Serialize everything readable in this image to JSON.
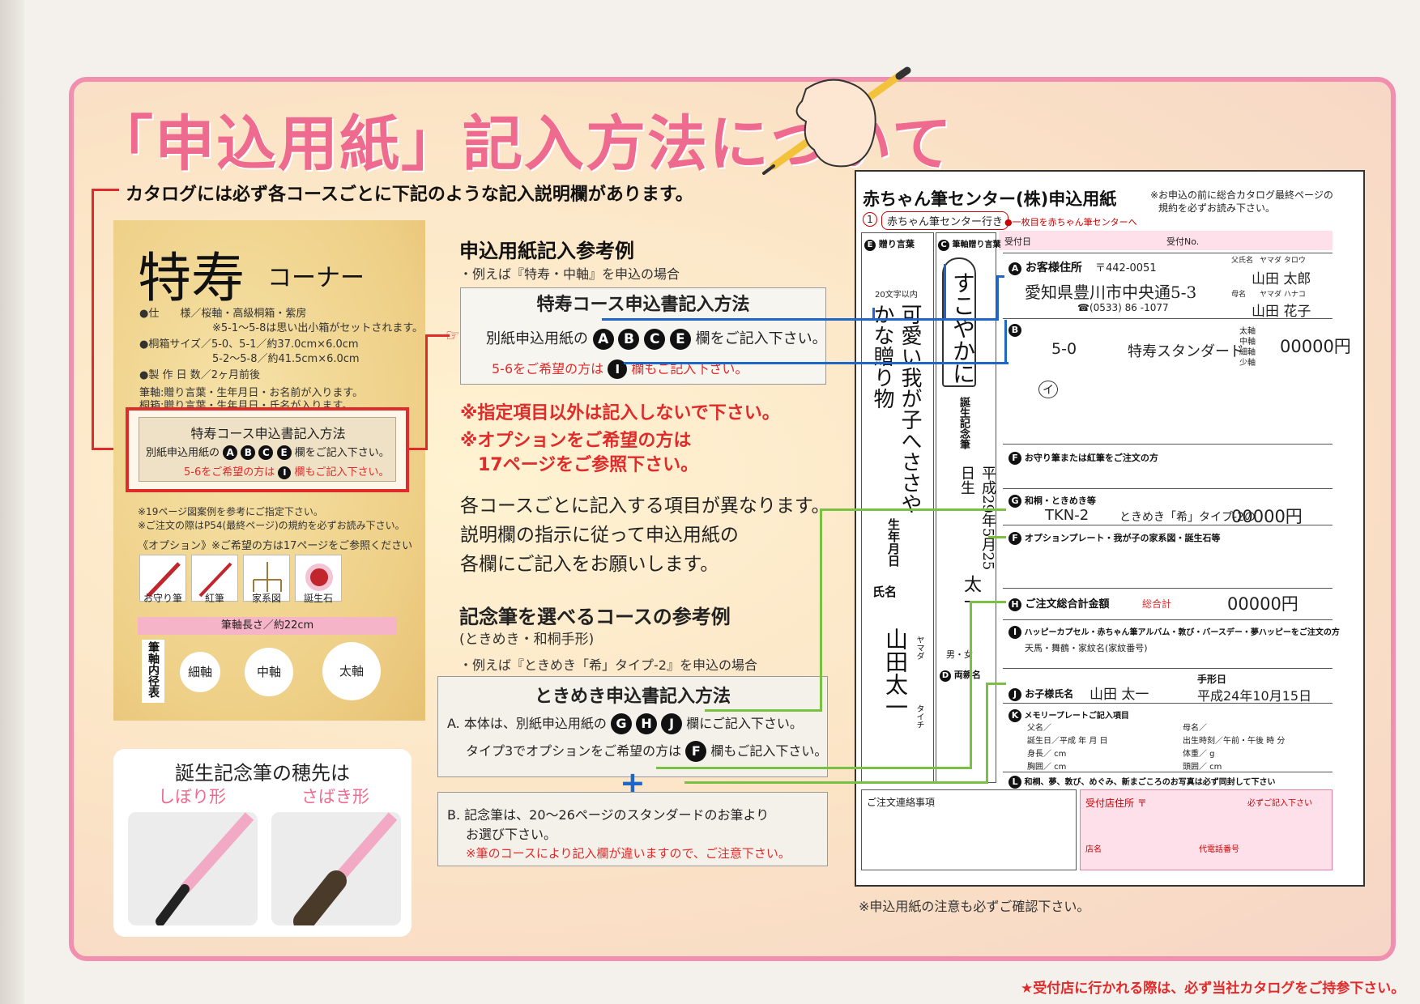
{
  "main_title": "「申込用紙」記入方法について",
  "intro": "カタログには必ず各コースごとに下記のような記入説明欄があります。",
  "tokujyu": {
    "title": "特寿",
    "subtitle": "コーナー",
    "specs": [
      "●仕　　様／桜軸・高級桐箱・紫房",
      "※5-1〜5-8は思い出小箱がセットされます。",
      "●桐箱サイズ／5-0、5-1／約37.0cm×6.0cm",
      "5-2〜5-8／約41.5cm×6.0cm",
      "●製 作 日 数／2ヶ月前後",
      "筆軸:贈り言葉・生年月日・お名前が入ります。",
      "桐箱:贈り言葉・生年月日・氏名が入ります。"
    ],
    "box_title": "特寿コース申込書記入方法",
    "box_line1_pre": "別紙申込用紙の",
    "box_letters": [
      "A",
      "B",
      "C",
      "E"
    ],
    "box_line1_post": "欄をご記入下さい。",
    "box_line2_pre": "5-6をご希望の方は",
    "box_line2_letter": "I",
    "box_line2_post": "欄もご記入下さい。",
    "notes": [
      "※19ページ図案例を参考にご指定下さい。",
      "※ご注文の際はP54(最終ページ)の規約を必ずお読み下さい。"
    ],
    "option_heading": "《オプション》※ご希望の方は17ページをご参照ください",
    "options": [
      "お守り筆",
      "紅筆",
      "家系図",
      "誕生石"
    ],
    "shaft_length": "筆軸長さ／約22cm",
    "shaft_table_label": "筆軸内径表",
    "shaft_sizes": [
      "細軸",
      "中軸",
      "太軸"
    ]
  },
  "brush_panel": {
    "title": "誕生記念筆の穂先は",
    "types": [
      "しぼり形",
      "さばき形"
    ]
  },
  "reference": {
    "title": "申込用紙記入参考例",
    "subtitle": "・例えば『特寿・中軸』を申込の場合",
    "box_title": "特寿コース申込書記入方法",
    "line1_pre": "別紙申込用紙の",
    "line1_letters": [
      "A",
      "B",
      "C",
      "E"
    ],
    "line1_post": "欄をご記入下さい。",
    "line2_pre": "5-6をご希望の方は",
    "line2_letter": "I",
    "line2_post": "欄もご記入下さい。",
    "warning1": "※指定項目以外は記入しないで下さい。",
    "warning2a": "※オプションをご希望の方は",
    "warning2b": "17ページをご参照下さい。",
    "body": [
      "各コースごとに記入する項目が異なります。",
      "説明欄の指示に従って申込用紙の",
      "各欄にご記入をお願いします。"
    ]
  },
  "kinen": {
    "title": "記念筆を選べるコースの参考例",
    "subtitle": "(ときめき・和桐手形)",
    "example": "・例えば『ときめき「希」タイプ-2』を申込の場合",
    "box_title": "ときめき申込書記入方法",
    "a_pre": "A. 本体は、別紙申込用紙の",
    "a_letters": [
      "G",
      "H",
      "J"
    ],
    "a_post": "欄にご記入下さい。",
    "a2_pre": "タイプ3でオプションをご希望の方は",
    "a2_letter": "F",
    "a2_post": "欄もご記入下さい。",
    "plus": "+",
    "b_line1": "B. 記念筆は、20〜26ページのスタンダードのお筆より",
    "b_line2": "お選び下さい。",
    "b_note": "※筆のコースにより記入欄が違いますので、ご注意下さい。"
  },
  "form": {
    "title": "赤ちゃん筆センター(株)申込用紙",
    "note_line1": "※お申込の前に総合カタログ最終ページの",
    "note_line2": "規約を必ずお読み下さい。",
    "tab": "赤ちゃん筆センター行き",
    "tab_number": "1",
    "tab_note": "●一枚目を赤ちゃん筆センターへ",
    "reception_date": "受付日",
    "reception_no": "受付No.",
    "e_label": "贈り言葉",
    "c_label": "筆軸贈り言葉",
    "limit": "20文字以内",
    "gift_words": "可愛い我が子へささやかな贈り物",
    "shaft_words": "すこやかに",
    "birth_label": "誕生記念筆",
    "birth_date": "平成29年5月25日生",
    "given_name": "太一",
    "birth_ymd_label": "生年月日",
    "name_label": "氏名",
    "name_value": "山田太一",
    "kana_label": "ヤマダ",
    "kana2_label": "タイチ",
    "gender": "男・女",
    "d_label": "両親名",
    "customer_label": "お客様住所",
    "postal": "〒442-0051",
    "address": "愛知県豊川市中央通5-3",
    "phone": "☎(0533) 86 -1077",
    "father_kana": "ヤマダ タロウ",
    "father": "山田 太郎",
    "mother_kana": "ヤマダ ハナコ",
    "mother": "山田 花子",
    "father_label": "父氏名",
    "mother_label": "母名",
    "b_num": "5-0",
    "b_item": "特寿スタンダード",
    "b_price": "00000円",
    "b_sizes": [
      "太軸",
      "中軸",
      "細軸",
      "少軸"
    ],
    "b_tip": "イ",
    "f_amulet": "お守り筆または紅筆をご注文の方",
    "g_label": "和桐・ときめき等",
    "g_code": "TKN-2",
    "g_item": "ときめき「希」タイプ-2の",
    "g_price": "00000円",
    "f_plate": "オプションプレート・我が子の家系図・誕生石等",
    "h_label": "ご注文総合計金額",
    "h_sub": "総合計",
    "h_price": "00000円",
    "i_label": "ハッピーカプセル・赤ちゃん筆アルバム・敦び・バースデー・夢ハッピーをご注文の方",
    "i_sub": "天馬・舞鶴・家紋名(家紋番号)",
    "j_label": "お子様氏名",
    "j_name": "山田 太一",
    "j_date_label": "手形日",
    "j_date": "平成24年10月15日",
    "k_label": "メモリープレートご記入項目",
    "k_rows": [
      "父名／",
      "母名／",
      "誕生日／平成 年 月 日",
      "出生時刻／午前・午後 時 分",
      "身長／ cm",
      "体重／ g",
      "胸囲／ cm",
      "頭囲／ cm"
    ],
    "l_label": "和桐、夢、敦び、めぐみ、新まごころのお写真は必ず同封して下さい",
    "contact_label": "ご注文連絡事項",
    "shop_label": "受付店住所 〒",
    "shop_note": "必ずご記入下さい",
    "shop_name": "店名",
    "shop_phone": "代電話番号",
    "footer": "※申込用紙の注意も必ずご確認下さい。"
  },
  "bottom_note": "★受付店に行かれる際は、必ず当社カタログをご持参下さい。",
  "colors": {
    "pink_frame": "#f08fb0",
    "title_pink": "#ef6a8f",
    "red": "#e02b2b",
    "blue_arrow": "#1f66c9",
    "green_arrow": "#7ac143"
  }
}
